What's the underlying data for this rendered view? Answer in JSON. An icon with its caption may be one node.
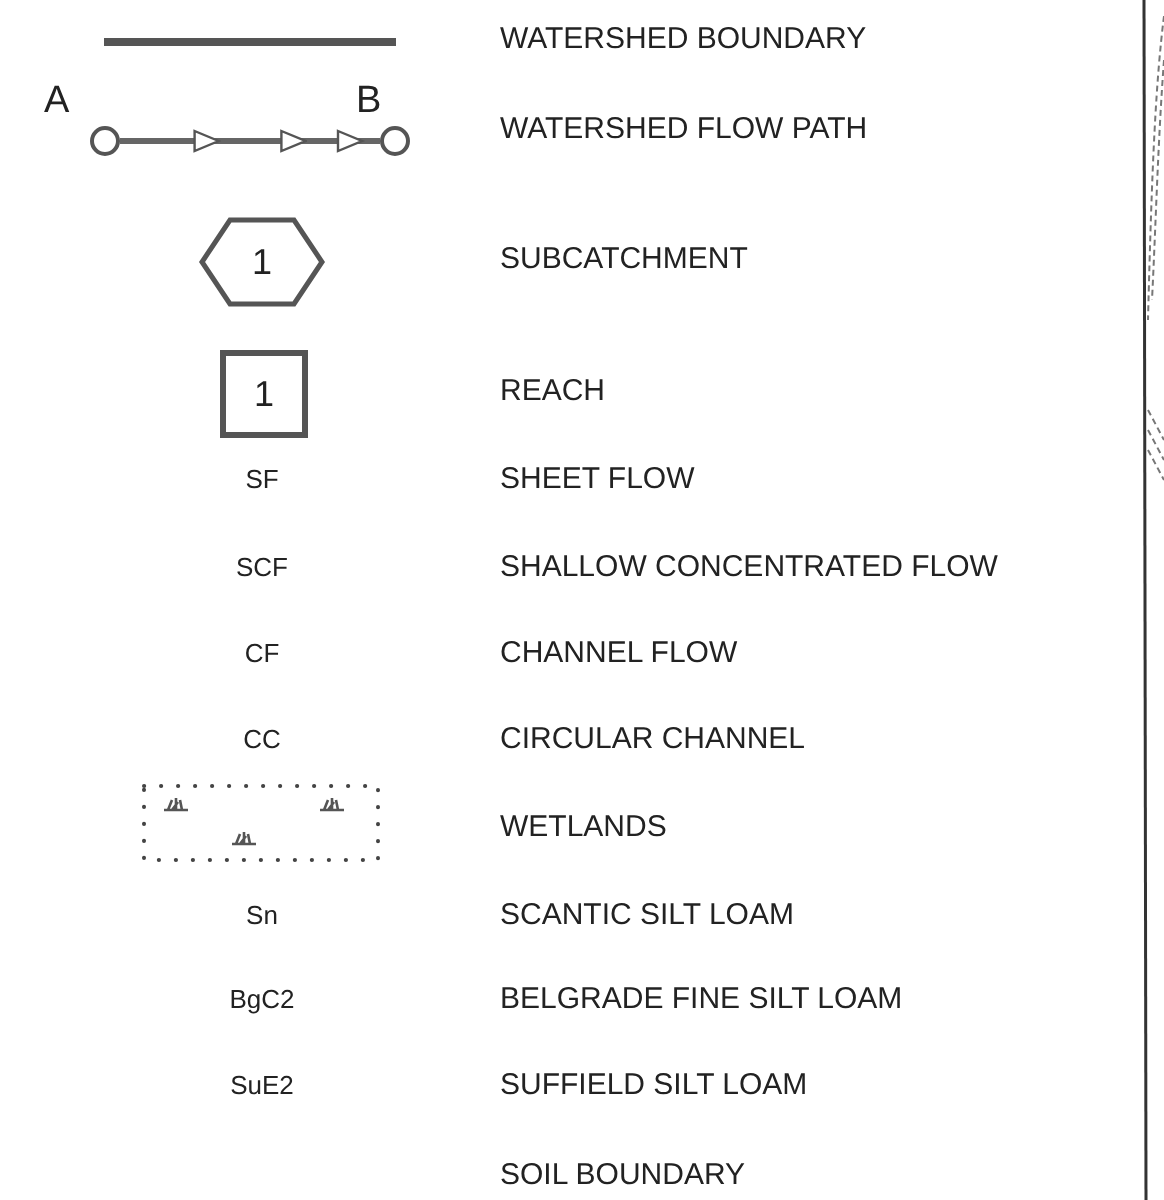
{
  "diagram": {
    "nodes": [
      {
        "text": [],
        "shape": "circle",
        "beside": [
          "A"
        ]
      },
      {
        "text": [],
        "shape": "circle",
        "beside": [
          "B"
        ]
      },
      {
        "text": [
          "1"
        ]
      },
      {
        "text": [
          "1"
        ]
      }
    ],
    "edges": [
      {
        "from": 0,
        "to": 1,
        "arrow": "to"
      }
    ],
    "labels": [
      "SF",
      "SCF",
      "CF",
      "CC",
      "Sn",
      "BgC2",
      "SuE2"
    ],
    "legend": [
      {
        "text": "WATERSHED BOUNDARY"
      },
      {
        "text": "WATERSHED FLOW PATH"
      },
      {
        "text": "SUBCATCHMENT"
      },
      {
        "text": "REACH"
      },
      {
        "text": "SHEET FLOW"
      },
      {
        "text": "SHALLOW CONCENTRATED FLOW"
      },
      {
        "text": "CHANNEL FLOW"
      },
      {
        "text": "CIRCULAR CHANNEL"
      },
      {
        "text": "WETLANDS"
      },
      {
        "text": "SCANTIC SILT LOAM"
      },
      {
        "text": "BELGRADE FINE SILT LOAM"
      },
      {
        "text": "SUFFIELD SILT LOAM"
      },
      {
        "text": "SOIL BOUNDARY"
      }
    ]
  }
}
